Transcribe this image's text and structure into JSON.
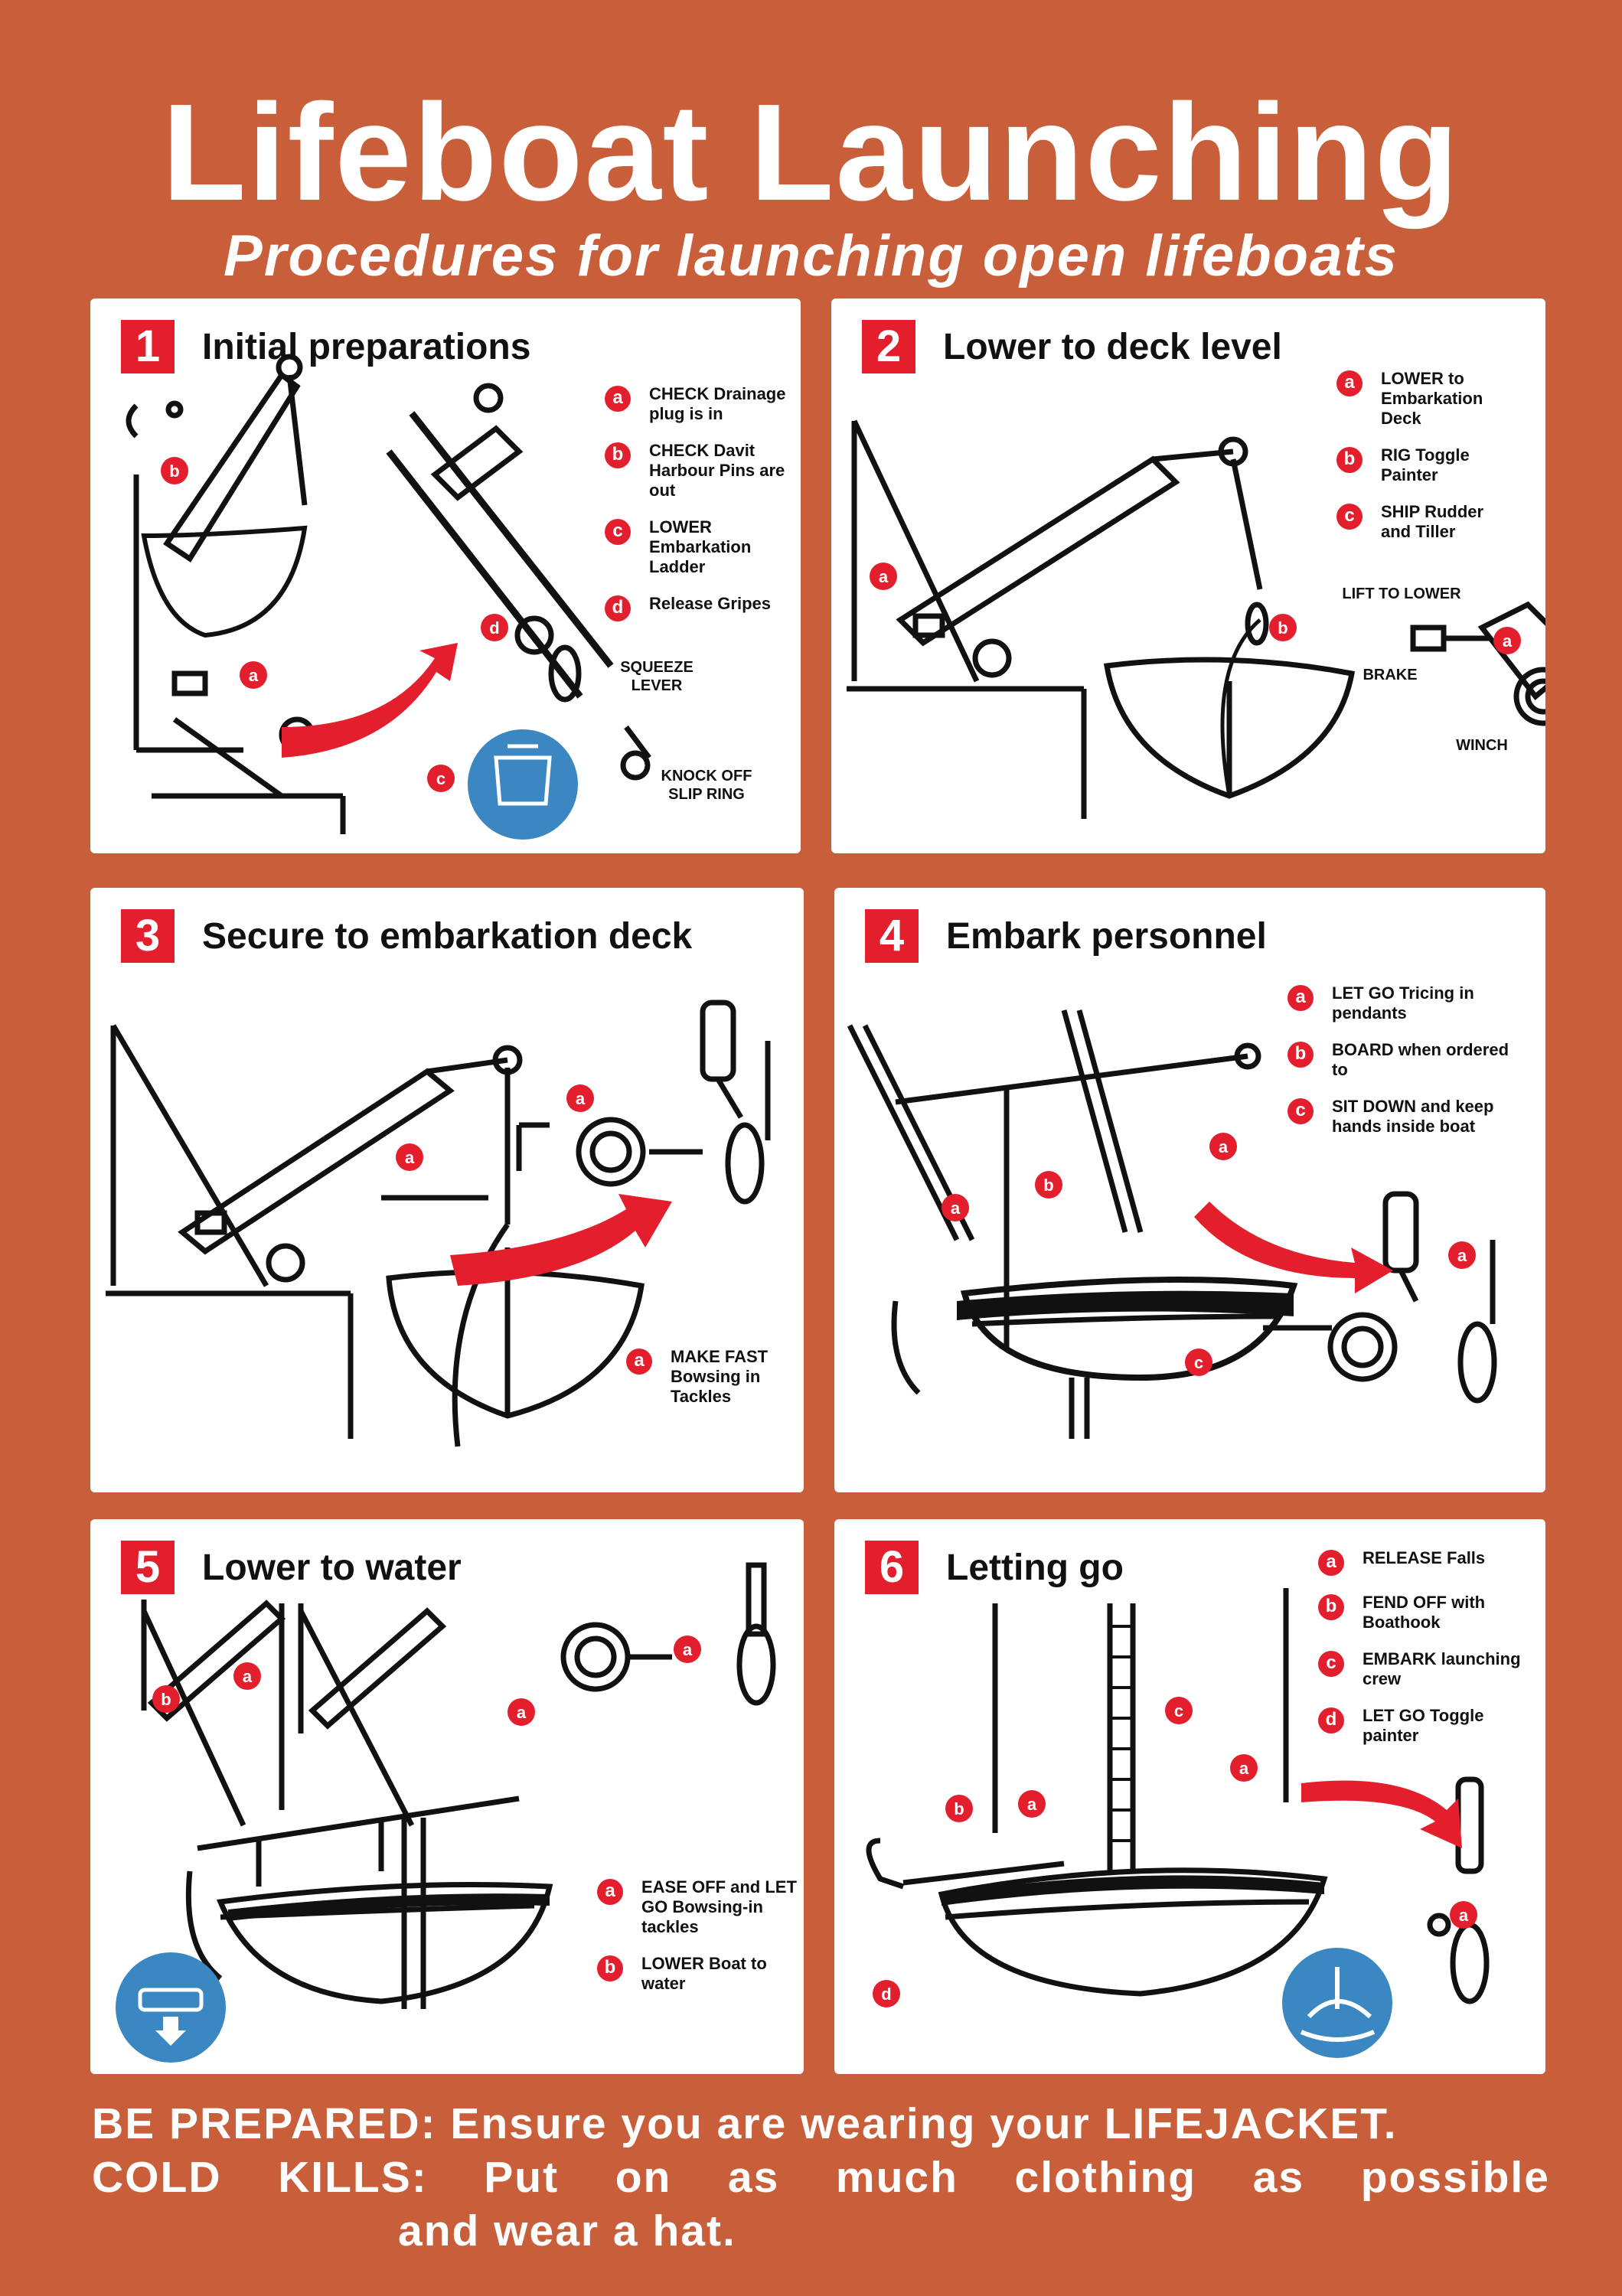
{
  "title": "Lifeboat Launching",
  "subtitle": "Procedures for launching open lifeboats",
  "panels": [
    {
      "number": "1",
      "title": "Initial preparations",
      "steps": [
        {
          "letter": "a",
          "text": "CHECK Drainage plug is in"
        },
        {
          "letter": "b",
          "text": "CHECK Davit Harbour Pins are out"
        },
        {
          "letter": "c",
          "text": "LOWER Embarkation Ladder"
        },
        {
          "letter": "d",
          "text": "Release Gripes"
        }
      ],
      "labels": {
        "squeeze": "SQUEEZE LEVER",
        "knock": "KNOCK OFF SLIP RING"
      }
    },
    {
      "number": "2",
      "title": "Lower to deck level",
      "steps": [
        {
          "letter": "a",
          "text": "LOWER to Embarkation Deck"
        },
        {
          "letter": "b",
          "text": "RIG Toggle Painter"
        },
        {
          "letter": "c",
          "text": "SHIP Rudder and Tiller"
        }
      ],
      "labels": {
        "lift": "LIFT TO LOWER",
        "brake": "BRAKE",
        "winch": "WINCH"
      }
    },
    {
      "number": "3",
      "title": "Secure to embarkation deck",
      "steps": [
        {
          "letter": "a",
          "text": "MAKE FAST Bowsing in Tackles"
        }
      ]
    },
    {
      "number": "4",
      "title": "Embark personnel",
      "steps": [
        {
          "letter": "a",
          "text": "LET GO Tricing in pendants"
        },
        {
          "letter": "b",
          "text": "BOARD when ordered to"
        },
        {
          "letter": "c",
          "text": "SIT DOWN and keep hands inside boat"
        }
      ]
    },
    {
      "number": "5",
      "title": "Lower to water",
      "steps": [
        {
          "letter": "a",
          "text": "EASE OFF and LET GO Bowsing-in tackles"
        },
        {
          "letter": "b",
          "text": "LOWER Boat to water"
        }
      ]
    },
    {
      "number": "6",
      "title": "Letting go",
      "steps": [
        {
          "letter": "a",
          "text": "RELEASE Falls"
        },
        {
          "letter": "b",
          "text": "FEND OFF with Boathook"
        },
        {
          "letter": "c",
          "text": "EMBARK launching crew"
        },
        {
          "letter": "d",
          "text": "LET GO Toggle painter"
        }
      ]
    }
  ],
  "footer": {
    "line1": "BE PREPARED: Ensure you are wearing your LIFEJACKET.",
    "line2_words": [
      "COLD",
      "KILLS:",
      "Put",
      "on",
      "as",
      "much",
      "clothing",
      "as",
      "possible"
    ],
    "line3": "and wear a hat."
  },
  "colors": {
    "background": "#c95f3a",
    "accent": "#e31e2d",
    "sign_blue": "#3a87c2"
  }
}
